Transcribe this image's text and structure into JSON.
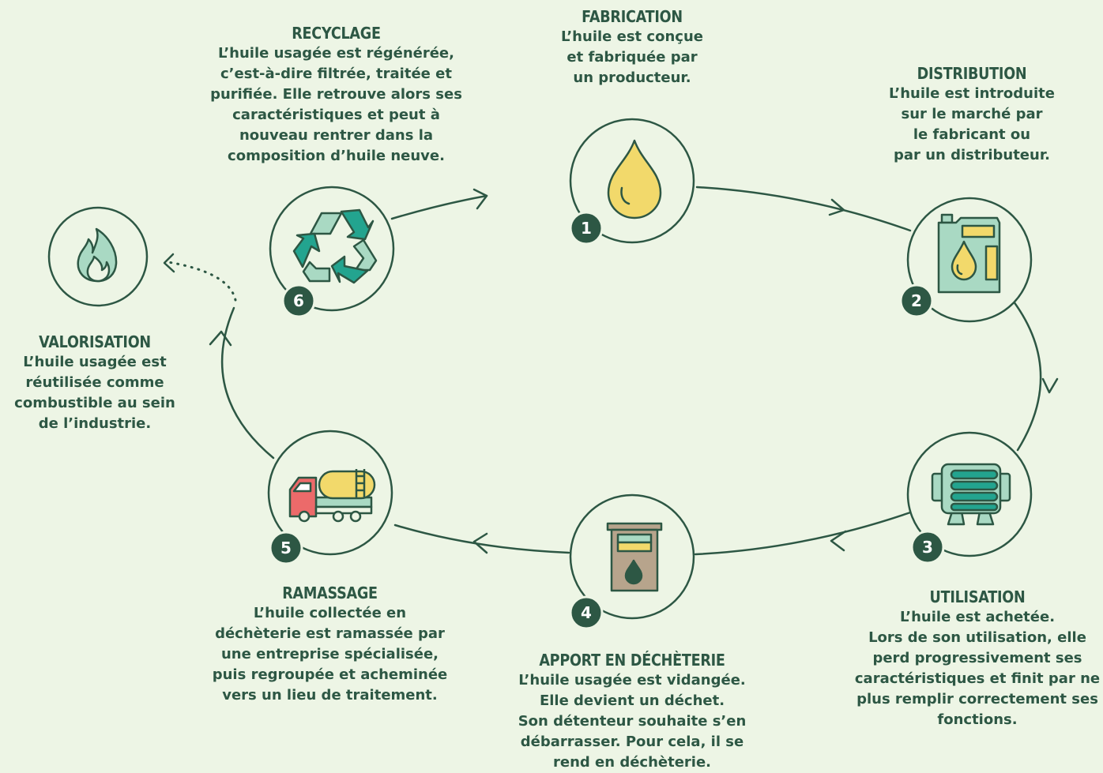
{
  "steps": [
    {
      "number": "1",
      "title": "FABRICATION",
      "description": "L’huile est conçue\net fabriquée par\nun producteur.",
      "icon": "oil-drop-icon"
    },
    {
      "number": "2",
      "title": "DISTRIBUTION",
      "description": "L’huile est introduite\nsur le marché par\nle fabricant ou\npar un distributeur.",
      "icon": "oil-jerrycan-icon"
    },
    {
      "number": "3",
      "title": "UTILISATION",
      "description": "L’huile est achetée.\nLors de son utilisation, elle\nperd progressivement ses\ncaractéristiques et finit par ne\nplus remplir correctement ses\nfonctions.",
      "icon": "engine-icon"
    },
    {
      "number": "4",
      "title": "APPORT EN DÉCHÈTERIE",
      "description": "L’huile usagée est vidangée.\nElle devient un déchet.\nSon détenteur souhaite s’en\ndébarrasser. Pour cela, il se\nrend en déchèterie.",
      "icon": "collection-container-icon"
    },
    {
      "number": "5",
      "title": "RAMASSAGE",
      "description": "L’huile collectée en\ndéchèterie est ramassée par\nune entreprise spécialisée,\npuis regroupée et acheminée\nvers un lieu de traitement.",
      "icon": "tanker-truck-icon"
    },
    {
      "number": "6",
      "title": "RECYCLAGE",
      "description": "L’huile usagée est régénérée,\nc’est-à-dire filtrée, traitée et\npurifiée. Elle retrouve alors ses\ncaractéristiques et peut à\nnouveau rentrer dans la\ncomposition d’huile neuve.",
      "icon": "recycle-icon"
    }
  ],
  "side_step": {
    "title": "VALORISATION",
    "description": "L’huile usagée est\nréutilisée comme\ncombustible au sein\nde l’industrie.",
    "icon": "flame-icon"
  },
  "colors": {
    "background": "#edf5e5",
    "line": "#2d5744",
    "badge": "#2d5744",
    "teal": "#23a48f",
    "mint": "#a9d9c3",
    "oil": "#f2d96b",
    "truck_red": "#ec6a6a",
    "container": "#b7a48c"
  }
}
